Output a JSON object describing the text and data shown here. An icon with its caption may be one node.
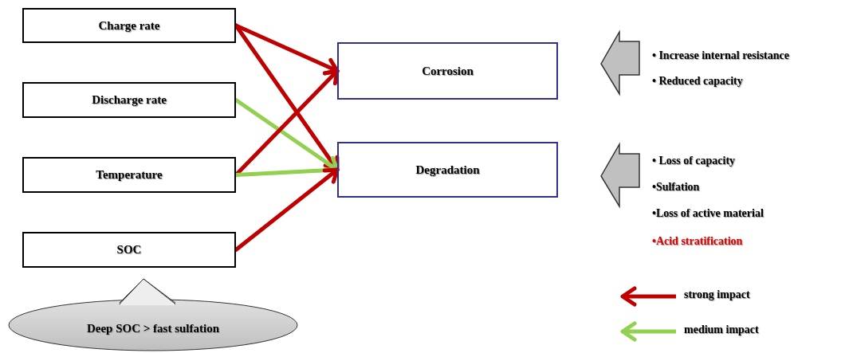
{
  "diagram": {
    "nodes": [
      {
        "text": [
          "Charge rate"
        ]
      },
      {
        "text": [
          "Discharge rate"
        ]
      },
      {
        "text": [
          "Temperature"
        ]
      },
      {
        "text": [
          "SOC"
        ]
      },
      {
        "text": [
          "Corrosion"
        ]
      },
      {
        "text": [
          "Degradation"
        ]
      },
      {
        "text": [
          "Deep SOC > fast sulfation"
        ]
      }
    ],
    "edges": [
      {
        "from": 0,
        "to": 4,
        "arrow": "to"
      },
      {
        "from": 0,
        "to": 5,
        "arrow": "to"
      },
      {
        "from": 1,
        "to": 5,
        "arrow": "to",
        "color": "#92d050"
      },
      {
        "from": 2,
        "to": 4,
        "arrow": "to"
      },
      {
        "from": 2,
        "to": 5,
        "arrow": "to",
        "color": "#92d050"
      },
      {
        "from": 3,
        "to": 5,
        "arrow": "to"
      }
    ],
    "labels": [
      "• Increase internal resistance",
      "• Reduced capacity",
      "• Loss of capacity",
      "•Sulfation",
      "•Loss of active material",
      "•Acid stratification"
    ],
    "legend": [
      {
        "text": "strong impact",
        "color": "#c00000"
      },
      {
        "text": "medium impact",
        "color": "#92d050"
      }
    ]
  }
}
